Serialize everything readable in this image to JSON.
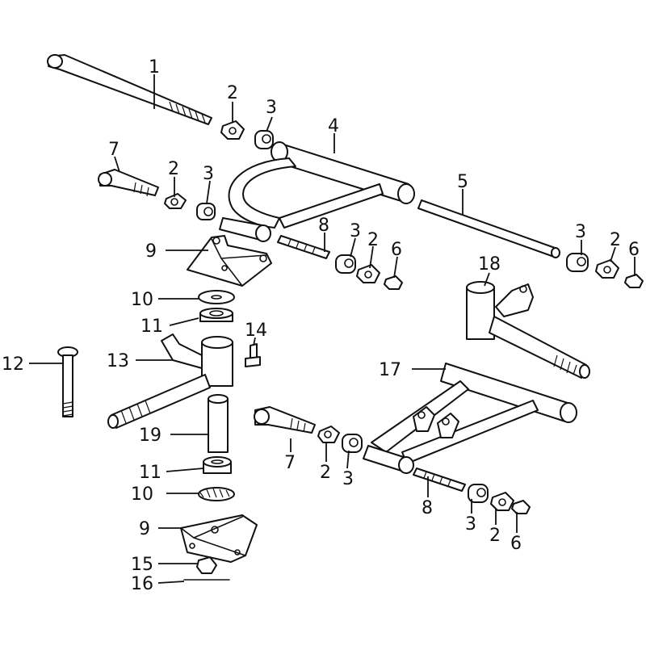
{
  "callouts": [
    {
      "id": "c1",
      "text": "1"
    },
    {
      "id": "c2a",
      "text": "2"
    },
    {
      "id": "c3a",
      "text": "3"
    },
    {
      "id": "c4",
      "text": "4"
    },
    {
      "id": "c7a",
      "text": "7"
    },
    {
      "id": "c2b",
      "text": "2"
    },
    {
      "id": "c3b",
      "text": "3"
    },
    {
      "id": "c5",
      "text": "5"
    },
    {
      "id": "c8a",
      "text": "8"
    },
    {
      "id": "c3c",
      "text": "3"
    },
    {
      "id": "c2c",
      "text": "2"
    },
    {
      "id": "c6a",
      "text": "6"
    },
    {
      "id": "c3d",
      "text": "3"
    },
    {
      "id": "c2d",
      "text": "2"
    },
    {
      "id": "c6b",
      "text": "6"
    },
    {
      "id": "c9a",
      "text": "9"
    },
    {
      "id": "c18",
      "text": "18"
    },
    {
      "id": "c10a",
      "text": "10"
    },
    {
      "id": "c11a",
      "text": "11"
    },
    {
      "id": "c14",
      "text": "14"
    },
    {
      "id": "c12",
      "text": "12"
    },
    {
      "id": "c13",
      "text": "13"
    },
    {
      "id": "c17",
      "text": "17"
    },
    {
      "id": "c19",
      "text": "19"
    },
    {
      "id": "c7b",
      "text": "7"
    },
    {
      "id": "c2e",
      "text": "2"
    },
    {
      "id": "c3e",
      "text": "3"
    },
    {
      "id": "c11b",
      "text": "11"
    },
    {
      "id": "c10b",
      "text": "10"
    },
    {
      "id": "c8b",
      "text": "8"
    },
    {
      "id": "c3f",
      "text": "3"
    },
    {
      "id": "c2f",
      "text": "2"
    },
    {
      "id": "c6c",
      "text": "6"
    },
    {
      "id": "c9b",
      "text": "9"
    },
    {
      "id": "c15",
      "text": "15"
    },
    {
      "id": "c16",
      "text": "16"
    }
  ]
}
